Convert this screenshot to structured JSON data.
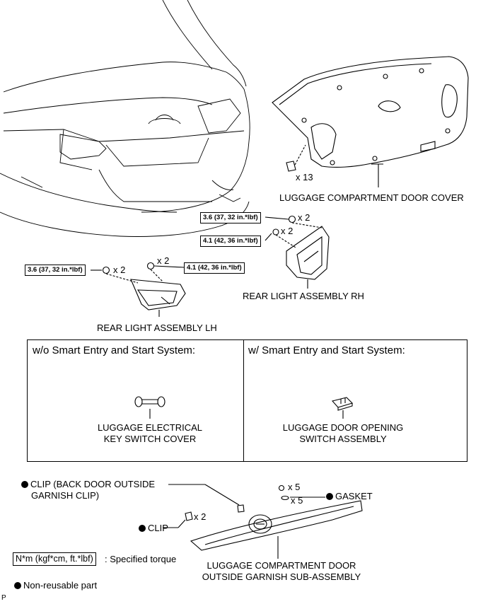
{
  "labels": {
    "door_cover": "LUGGAGE COMPARTMENT DOOR COVER",
    "door_cover_qty": "x 13",
    "light_rh": "REAR LIGHT ASSEMBLY RH",
    "light_lh": "REAR LIGHT ASSEMBLY LH",
    "rh_nut_qty": "x 2",
    "rh_bolt_qty": "x 2",
    "lh_nut_qty": "x 2",
    "lh_bolt_qty": "x 2",
    "garnish": "LUGGAGE COMPARTMENT DOOR OUTSIDE GARNISH SUB-ASSEMBLY",
    "garnish_line1": "LUGGAGE COMPARTMENT DOOR",
    "garnish_line2": "OUTSIDE GARNISH SUB-ASSEMBLY",
    "clip_back_door_line1": "CLIP (BACK DOOR OUTSIDE",
    "clip_back_door_line2": "GARNISH CLIP)",
    "clip": "CLIP",
    "clip_qty": "x 2",
    "gasket": "GASKET",
    "gasket_qty_top": "x 5",
    "gasket_qty_bottom": "x 5",
    "page_marker": "P"
  },
  "torques": {
    "rh_upper": "3.6 (37, 32 in.*lbf)",
    "rh_lower": "4.1 (42, 36 in.*lbf)",
    "lh_left": "3.6 (37, 32 in.*lbf)",
    "lh_right": "4.1 (42, 36 in.*lbf)"
  },
  "panels": {
    "left_title": "w/o Smart Entry and Start System:",
    "left_part_line1": "LUGGAGE ELECTRICAL",
    "left_part_line2": "KEY SWITCH COVER",
    "right_title": "w/ Smart Entry and Start System:",
    "right_part_line1": "LUGGAGE DOOR OPENING",
    "right_part_line2": "SWITCH ASSEMBLY"
  },
  "legend": {
    "torque_unit": "N*m (kgf*cm, ft.*lbf)",
    "torque_text": ": Specified torque",
    "non_reusable": "Non-reusable part"
  }
}
